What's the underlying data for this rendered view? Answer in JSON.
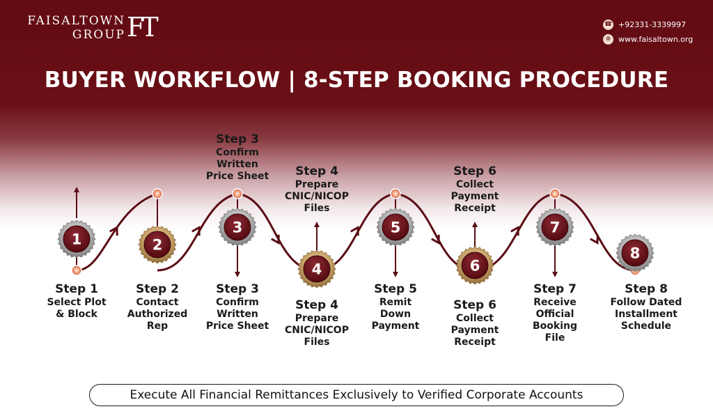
{
  "brand": {
    "name": "FAISALTOWN\nGROUP",
    "logo": "FT"
  },
  "contact": {
    "phone": "+92331-3339997",
    "website": "www.faisaltown.org"
  },
  "headline": "BUYER WORKFLOW | 8-STEP BOOKING PROCEDURE",
  "steps": [
    {
      "number": "1",
      "title": "Step 1",
      "desc": "Select Plot\n& Block",
      "badge": "silver",
      "top_label": false
    },
    {
      "number": "2",
      "title": "Step 2",
      "desc": "Contact\nAuthorized\nRep",
      "badge": "gold",
      "top_label": false
    },
    {
      "number": "3",
      "title": "Step 3",
      "desc": "Confirm\nWritten\nPrice Sheet",
      "badge": "silver",
      "top_label": true
    },
    {
      "number": "4",
      "title": "Step 4",
      "desc": "Prepare\nCNIC/NICOP\nFiles",
      "badge": "gold",
      "top_label": true
    },
    {
      "number": "5",
      "title": "Step 5",
      "desc": "Remit\nDown\nPayment",
      "badge": "silver",
      "top_label": false
    },
    {
      "number": "6",
      "title": "Step 6",
      "desc": "Collect\nPayment\nReceipt",
      "badge": "gold",
      "top_label": true
    },
    {
      "number": "7",
      "title": "Step 7",
      "desc": "Receive\nOfficial\nBooking\nFile",
      "badge": "silver",
      "top_label": false
    },
    {
      "number": "8",
      "title": "Step 8",
      "desc": "Follow Dated\nInstallment\nSchedule",
      "badge": "silver",
      "top_label": false
    }
  ],
  "footer": "Execute All Financial Remittances Exclusively to Verified Corporate Accounts",
  "colors": {
    "maroon": "#6a1017",
    "gold": "#c9a46a",
    "silver": "#b8b8b8",
    "node": "#f0a37e"
  },
  "icons": {
    "phone": "phone-icon",
    "website": "globe-icon"
  }
}
